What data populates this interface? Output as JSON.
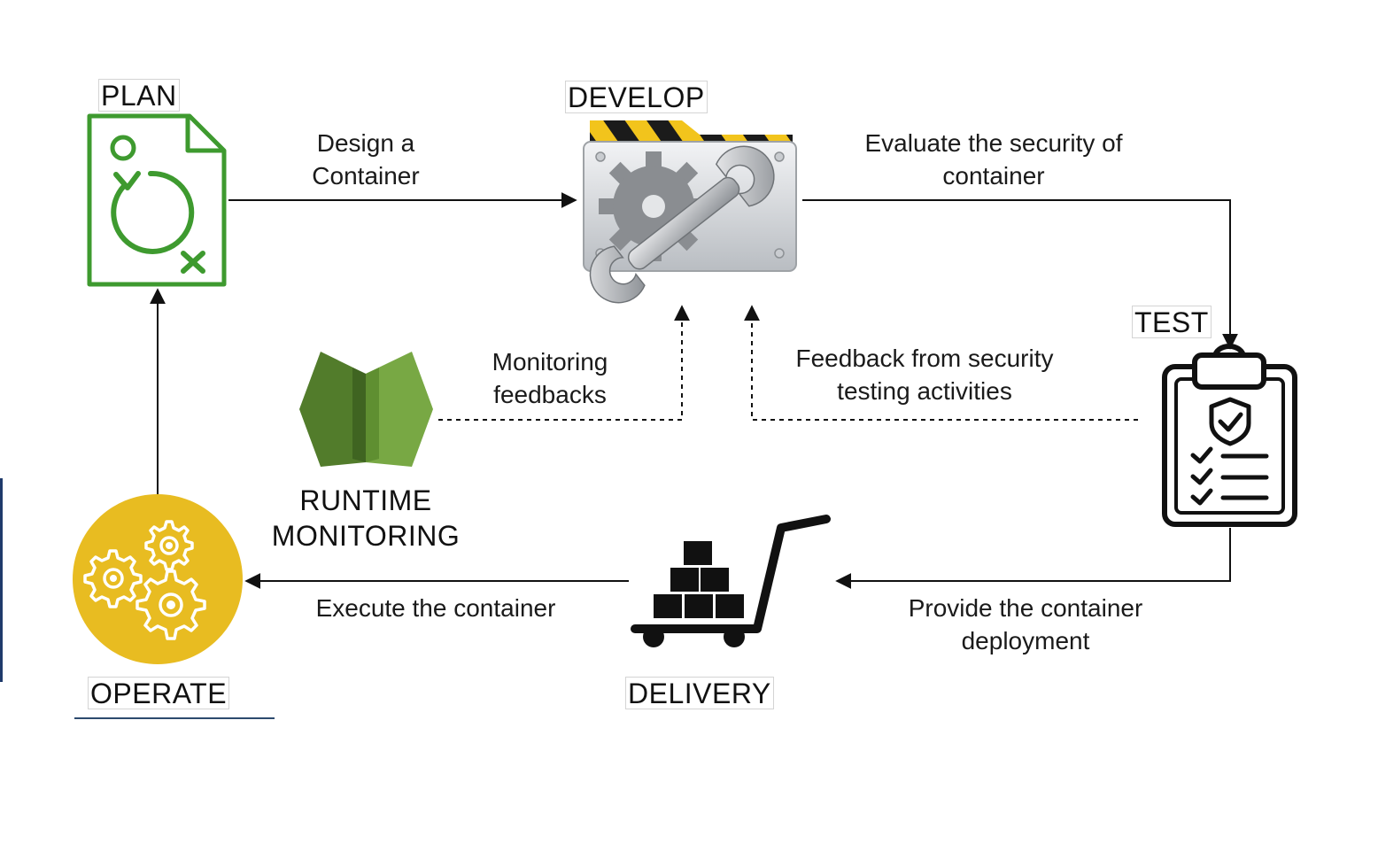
{
  "stages": {
    "plan": "PLAN",
    "develop": "DEVELOP",
    "test": "TEST",
    "delivery": "DELIVERY",
    "operate": "OPERATE",
    "runtime_monitoring_line1": "RUNTIME",
    "runtime_monitoring_line2": "MONITORING"
  },
  "edges": {
    "design_line1": "Design a",
    "design_line2": "Container",
    "evaluate_line1": "Evaluate the security of",
    "evaluate_line2": "container",
    "monitoring_line1": "Monitoring",
    "monitoring_line2": "feedbacks",
    "feedback_line1": "Feedback from security",
    "feedback_line2": "testing activities",
    "provide_line1": "Provide the container",
    "provide_line2": "deployment",
    "execute": "Execute the container"
  },
  "icons": {
    "plan": "refresh-document-icon",
    "develop": "gear-wrench-folder-icon",
    "test": "checklist-clipboard-icon",
    "delivery": "hand-truck-boxes-icon",
    "operate": "gears-circle-icon",
    "runtime": "hexagon-split-icon"
  },
  "colors": {
    "plan_green": "#3e9a2f",
    "operate_yellow": "#e8bc21",
    "runtime_green": "#6f9e3e",
    "stripe_yellow": "#f2c41c"
  }
}
